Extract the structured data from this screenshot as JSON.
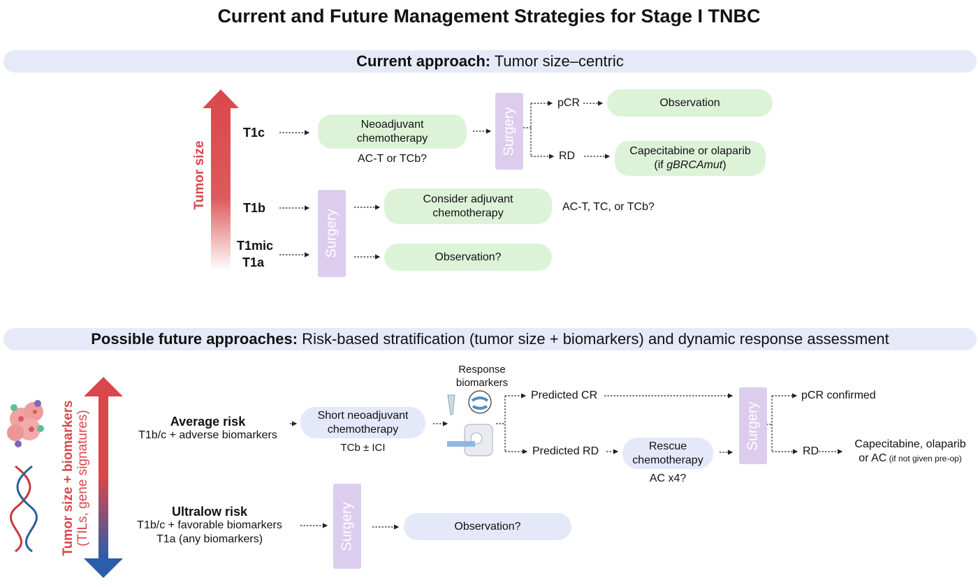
{
  "title": "Current and Future Management Strategies for Stage I TNBC",
  "current": {
    "banner_bold": "Current approach:",
    "banner_rest": " Tumor size–centric",
    "axis_label": "Tumor size",
    "stages": {
      "t1c": "T1c",
      "t1b": "T1b",
      "t1mic": "T1mic",
      "t1a": "T1a"
    },
    "neoadjuvant": {
      "line1": "Neoadjuvant",
      "line2": "chemotherapy",
      "note": "AC-T or TCb?"
    },
    "surgery": "Surgery",
    "pcr": "pCR",
    "rd": "RD",
    "observation": "Observation",
    "cap_olaparib": {
      "line1": "Capecitabine or olaparib",
      "pre": "(if ",
      "italic": "gBRCAmut",
      "post": ")"
    },
    "adjuvant": {
      "line1": "Consider adjuvant",
      "line2": "chemotherapy",
      "note": "AC-T, TC, or TCb?"
    },
    "observation_q": "Observation?"
  },
  "future": {
    "banner_bold": "Possible future approaches:",
    "banner_rest": " Risk-based stratification (tumor size + biomarkers) and dynamic response assessment",
    "axis_label_bold": "Tumor size +  biomarkers",
    "axis_label_sub": "(TILs, gene signatures)",
    "average": {
      "title": "Average risk",
      "sub": "T1b/c + adverse biomarkers"
    },
    "short_neo": {
      "line1": "Short neoadjuvant",
      "line2": "chemotherapy",
      "note": "TCb ± ICI"
    },
    "response": {
      "line1": "Response",
      "line2": "biomarkers"
    },
    "predicted_cr": "Predicted CR",
    "predicted_rd": "Predicted RD",
    "rescue": {
      "line1": "Rescue",
      "line2": "chemotherapy",
      "note": "AC x4?"
    },
    "surgery": "Surgery",
    "pcr_confirmed": "pCR confirmed",
    "rd": "RD",
    "final": {
      "line1": "Capecitabine, olaparib",
      "line2": "or AC",
      "line2_small": " (if not given pre-op)"
    },
    "ultralow": {
      "title": "Ultralow risk",
      "sub1": "T1b/c + favorable biomarkers",
      "sub2": "T1a (any biomarkers)"
    },
    "observation_q": "Observation?"
  },
  "colors": {
    "red": "#d9474b",
    "blue": "#2a5ea8",
    "green_box": "#dcf3d8",
    "lavender_box": "#e4e8f8",
    "surgery": "#dccdee",
    "banner": "#e6eaf8"
  }
}
